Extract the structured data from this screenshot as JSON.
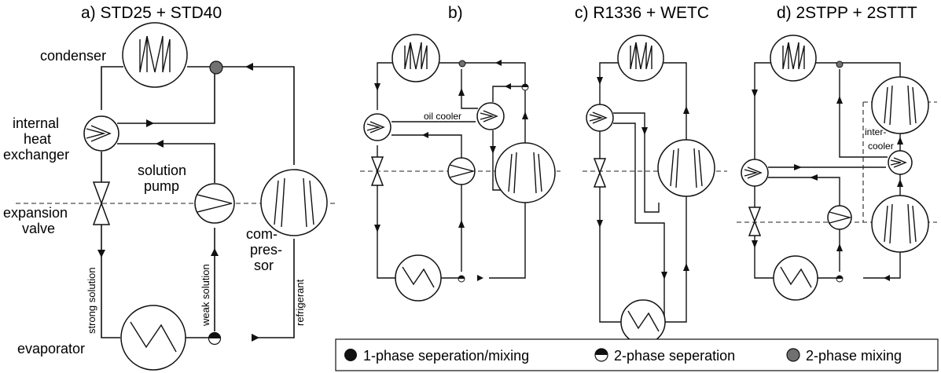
{
  "panels": {
    "a": {
      "title": "a) STD25 + STD40"
    },
    "b": {
      "title": "b)"
    },
    "c": {
      "title": "c) R1336 + WETC"
    },
    "d": {
      "title": "d) 2STPP + 2STTT"
    }
  },
  "labels": {
    "condenser": "condenser",
    "ihx": [
      "internal",
      "heat",
      "exchanger"
    ],
    "expansion": [
      "expansion",
      "valve"
    ],
    "pump": [
      "solution",
      "pump"
    ],
    "compressor": [
      "com-",
      "pres-",
      "sor"
    ],
    "evaporator": "evaporator",
    "strong": "strong solution",
    "weak": "weak solution",
    "refrigerant": "refrigerant",
    "oil_cooler": "oil cooler",
    "intercooler": [
      "inter-",
      "cooler"
    ]
  },
  "legend": {
    "items": [
      {
        "label": "1-phase seperation/mixing"
      },
      {
        "label": "2-phase seperation"
      },
      {
        "label": "2-phase mixing"
      }
    ]
  },
  "colors": {
    "line": "#111111",
    "mixing_gray": "#707070"
  }
}
